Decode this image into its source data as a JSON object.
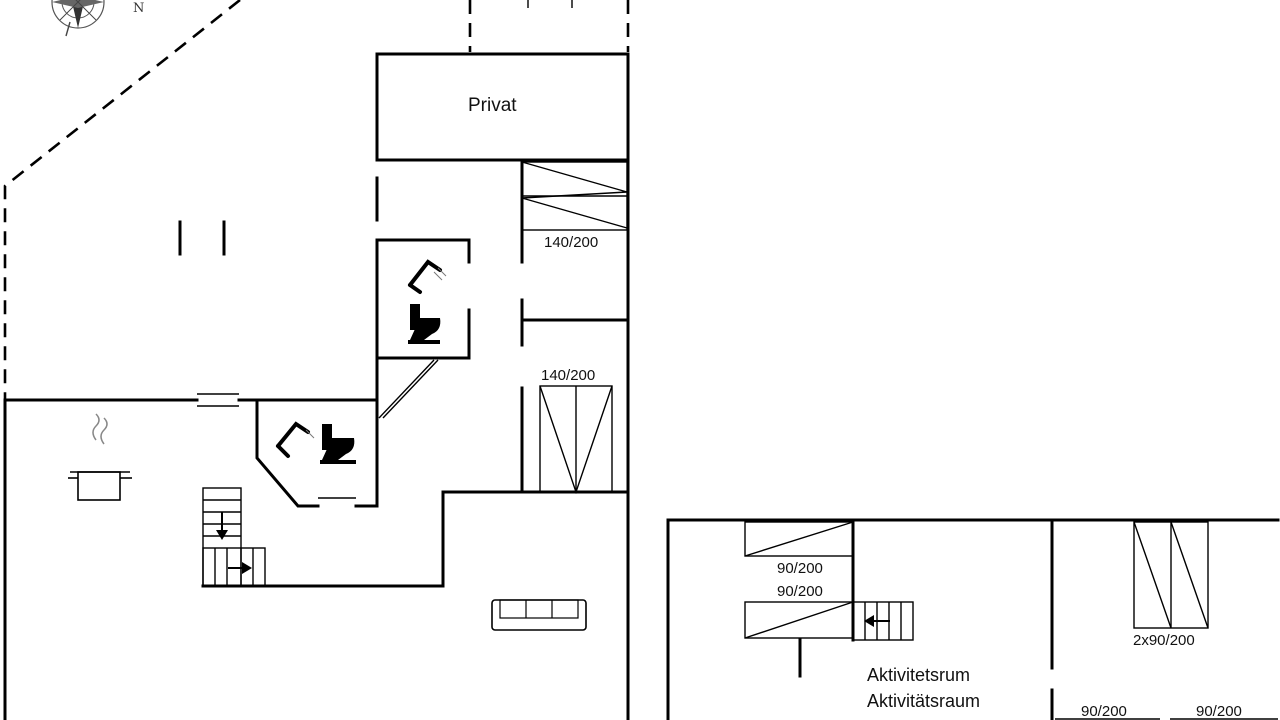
{
  "plan": {
    "compass": {
      "north_letter": "N"
    },
    "rooms": {
      "privat": "Privat",
      "activity_da": "Aktivitetsrum",
      "activity_de": "Aktivitätsraum"
    },
    "beds": {
      "upper_double": "140/200",
      "lower_double": "140/200",
      "single_a": "90/200",
      "single_b": "90/200",
      "twin": "2x90/200",
      "single_c": "90/200",
      "single_d": "90/200"
    },
    "icons": [
      "compass-icon",
      "shower-icon",
      "toilet-icon",
      "cooking-pot-icon",
      "sofa-icon",
      "stairs-icon"
    ]
  }
}
